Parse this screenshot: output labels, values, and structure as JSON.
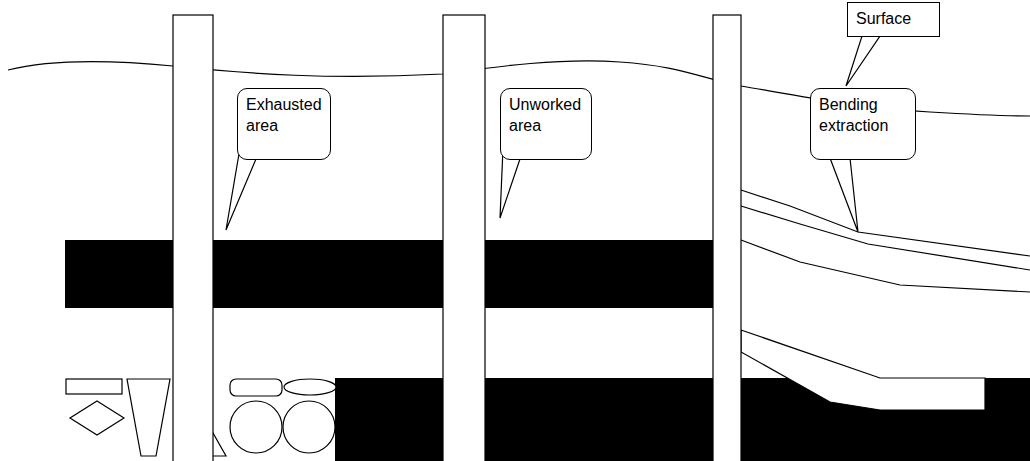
{
  "diagram": {
    "nodes": [
      {
        "text": [
          "Surface"
        ]
      },
      {
        "text": [
          "Exhausted area"
        ]
      },
      {
        "text": [
          "Unworked area"
        ]
      },
      {
        "text": [
          "Bending extraction"
        ]
      }
    ]
  }
}
